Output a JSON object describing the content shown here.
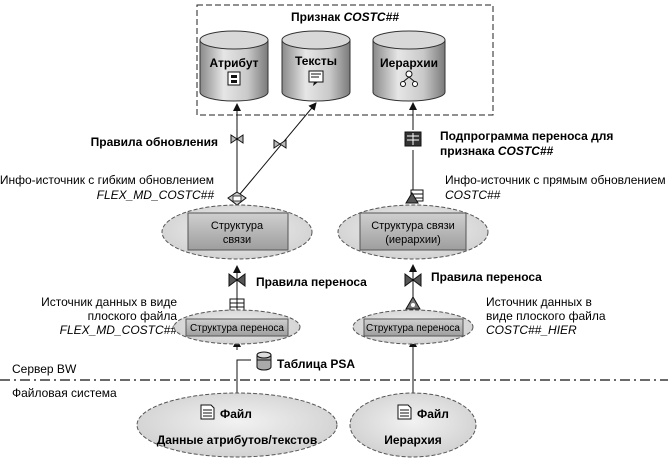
{
  "sign": {
    "prefix": "Признак ",
    "name": "COSTC##"
  },
  "targets": {
    "attribute": "Атрибут",
    "texts": "Тексты",
    "hierarchies": "Иерархии"
  },
  "left": {
    "update_rules": "Правила обновления",
    "infosource_line1": "Инфо-источник с гибким обновлением",
    "infosource_name": "FLEX_MD_COSTC##",
    "comm_structure_line1": "Структура",
    "comm_structure_line2": "связи",
    "transfer_rules": "Правила переноса",
    "datasource_line1": "Источник данных в виде",
    "datasource_line2": "плоского файла",
    "datasource_name": "FLEX_MD_COSTC##",
    "transfer_structure": "Структура переноса",
    "psa": "Таблица PSA",
    "file_label": "Файл",
    "file_desc": "Данные атрибутов/текстов"
  },
  "right": {
    "transfer_program_line1": "Подпрограмма переноса для",
    "transfer_program_line2_prefix": "признака ",
    "transfer_program_name": "COSTC##",
    "infosource_line1": "Инфо-источник с прямым обновлением",
    "infosource_name": "COSTC##",
    "comm_structure_line1": "Структура связи",
    "comm_structure_line2": "(иерархии)",
    "transfer_rules": "Правила переноса",
    "datasource_line1": "Источник данных в",
    "datasource_line2": "виде плоского файла",
    "datasource_name": "COSTC##_HIER",
    "transfer_structure": "Структура переноса",
    "file_label": "Файл",
    "file_desc": "Иерархия"
  },
  "zones": {
    "server": "Сервер BW",
    "filesystem": "Файловая система"
  }
}
